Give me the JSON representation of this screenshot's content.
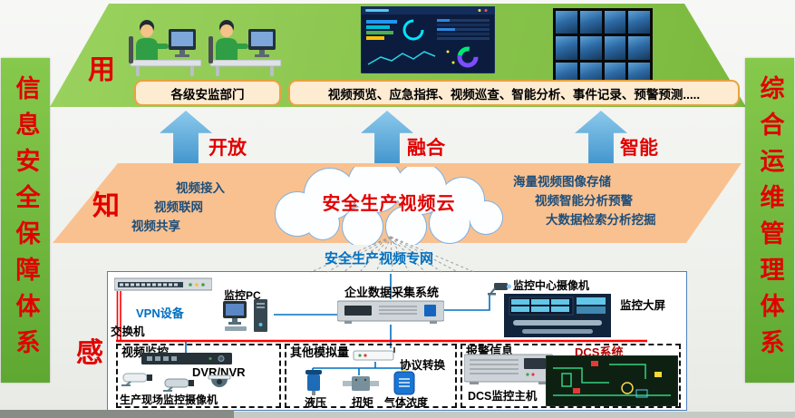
{
  "colors": {
    "platform_green": "#7ab93d",
    "band_orange": "#f9c190",
    "arrow_blue": "#3f93cc",
    "accent_red": "#e10000",
    "link_blue": "#0070c0",
    "bus_red": "#ff0000"
  },
  "banners": {
    "left": "信息安全保障体系",
    "right": "综合运维管理体系"
  },
  "use_layer": {
    "tag": "用",
    "dept_box": "各级安监部门",
    "functions_box": "视频预览、应急指挥、视频巡查、智能分析、事件记录、预警预测....."
  },
  "arrows": [
    {
      "label": "开放"
    },
    {
      "label": "融合"
    },
    {
      "label": "智能"
    }
  ],
  "know_layer": {
    "tag": "知",
    "cloud_title": "安全生产视频云",
    "left_items": [
      "视频接入",
      "视频联网",
      "视频共享"
    ],
    "right_items": [
      "海量视频图像存储",
      "视频智能分析预警",
      "大数据检索分析挖掘"
    ]
  },
  "network": {
    "label": "安全生产视频专网"
  },
  "sense_layer": {
    "tag": "感",
    "vpn_label": "VPN设备",
    "switch_label": "交换机",
    "pc_label": "监控PC",
    "daq_label": "企业数据采集系统",
    "center_camera_label": "监控中心摄像机",
    "big_screen_label": "监控大屏",
    "groups": [
      {
        "title": "视频监控",
        "device_label": "DVR/NVR",
        "cameras_label": "生产现场监控摄像机"
      },
      {
        "title": "其他模拟量",
        "converter_label": "协议转换",
        "sensors": [
          "液压",
          "扭矩",
          "气体浓度"
        ]
      },
      {
        "title": "报警信息",
        "system_label": "DCS系统",
        "host_label": "DCS监控主机"
      }
    ]
  }
}
